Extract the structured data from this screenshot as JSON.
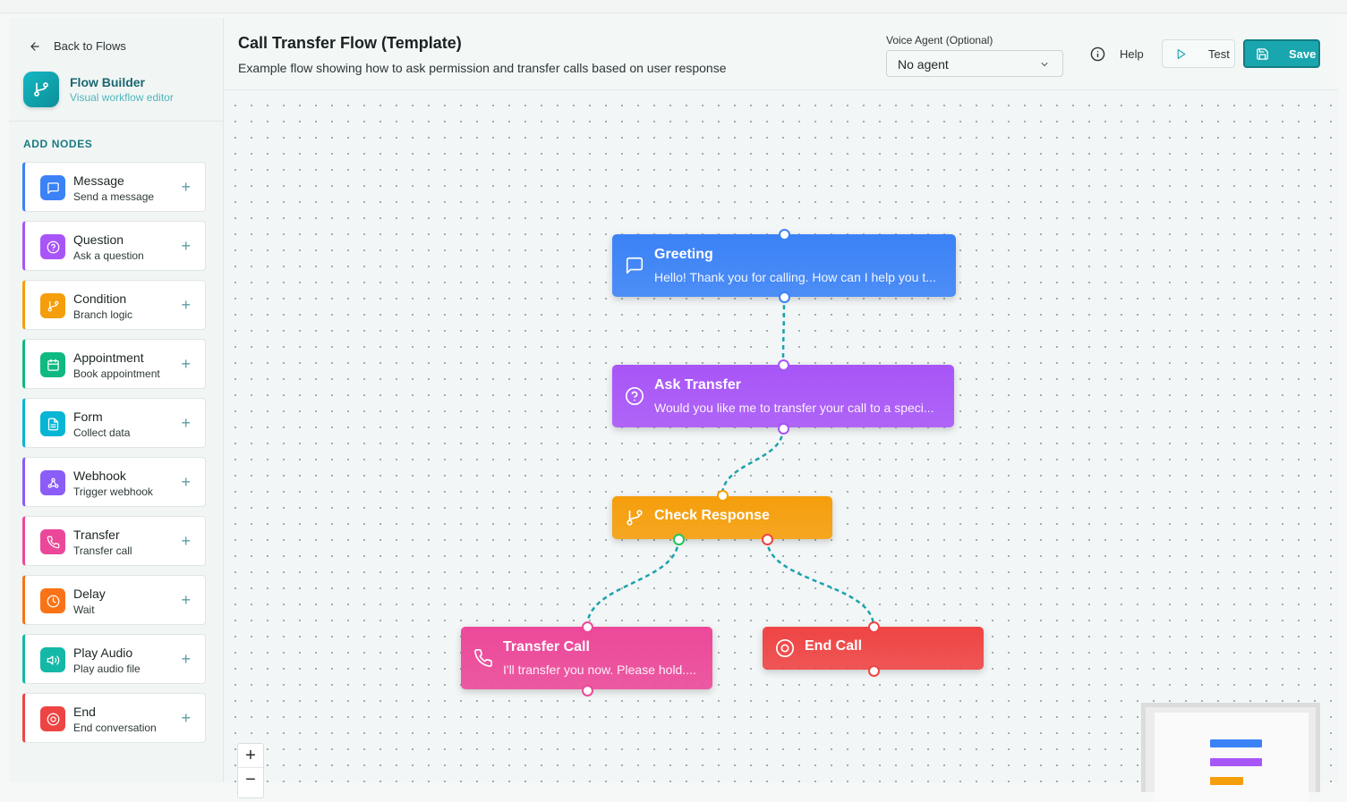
{
  "sidebar": {
    "back_label": "Back to Flows",
    "brand_title": "Flow Builder",
    "brand_subtitle": "Visual workflow editor",
    "section_title": "ADD NODES",
    "items": [
      {
        "name": "Message",
        "desc": "Send a message",
        "color": "#3b82f6",
        "icon": "message-icon"
      },
      {
        "name": "Question",
        "desc": "Ask a question",
        "color": "#a855f7",
        "icon": "question-icon"
      },
      {
        "name": "Condition",
        "desc": "Branch logic",
        "color": "#f59e0b",
        "icon": "branch-icon"
      },
      {
        "name": "Appointment",
        "desc": "Book appointment",
        "color": "#10b981",
        "icon": "calendar-icon"
      },
      {
        "name": "Form",
        "desc": "Collect data",
        "color": "#06b6d4",
        "icon": "form-icon"
      },
      {
        "name": "Webhook",
        "desc": "Trigger webhook",
        "color": "#8b5cf6",
        "icon": "webhook-icon"
      },
      {
        "name": "Transfer",
        "desc": "Transfer call",
        "color": "#ec4899",
        "icon": "phone-icon"
      },
      {
        "name": "Delay",
        "desc": "Wait",
        "color": "#f97316",
        "icon": "clock-icon"
      },
      {
        "name": "Play Audio",
        "desc": "Play audio file",
        "color": "#14b8a6",
        "icon": "speaker-icon"
      },
      {
        "name": "End",
        "desc": "End conversation",
        "color": "#ef4444",
        "icon": "stop-icon"
      }
    ]
  },
  "header": {
    "title": "Call Transfer Flow (Template)",
    "subtitle": "Example flow showing how to ask permission and transfer calls based on user response",
    "voice_agent_label": "Voice Agent (Optional)",
    "voice_agent_value": "No agent",
    "help_label": "Help",
    "test_label": "Test",
    "save_label": "Save"
  },
  "flow": {
    "nodes": [
      {
        "id": "greeting",
        "title": "Greeting",
        "text": "Hello! Thank you for calling. How can I help you t...",
        "color": "#3b82f6",
        "icon": "message-icon"
      },
      {
        "id": "ask_transfer",
        "title": "Ask Transfer",
        "text": "Would you like me to transfer your call to a speci...",
        "color": "#a855f7",
        "icon": "question-icon"
      },
      {
        "id": "check_response",
        "title": "Check Response",
        "text": "",
        "color": "#f59e0b",
        "icon": "branch-icon"
      },
      {
        "id": "transfer_call",
        "title": "Transfer Call",
        "text": "I'll transfer you now. Please hold....",
        "color": "#ec4899",
        "icon": "phone-icon"
      },
      {
        "id": "end_call",
        "title": "End Call",
        "text": "",
        "color": "#ef4444",
        "icon": "stop-icon"
      }
    ],
    "edges": [
      {
        "from": "greeting",
        "to": "ask_transfer"
      },
      {
        "from": "ask_transfer",
        "to": "check_response"
      },
      {
        "from": "check_response",
        "to": "transfer_call",
        "branch": "yes"
      },
      {
        "from": "check_response",
        "to": "end_call",
        "branch": "no"
      }
    ],
    "edge_color": "#1aa3ad"
  },
  "zoom": {
    "in_label": "+",
    "out_label": "−"
  },
  "minimap": {
    "colors": [
      "#3b82f6",
      "#a855f7",
      "#f59e0b"
    ]
  }
}
